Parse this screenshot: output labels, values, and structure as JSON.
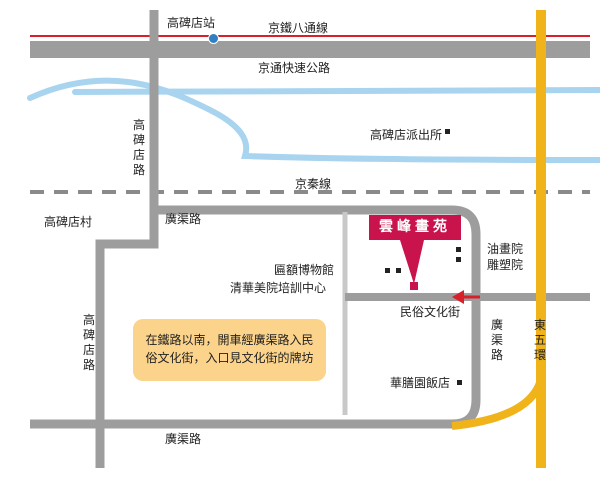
{
  "labels": {
    "rail_line": "京鐵八通線",
    "station": "高碑店站",
    "expressway": "京通快速公路",
    "police_station": "高碑店派出所",
    "qinxian": "京秦線",
    "village": "高碑店村",
    "guangqu_top": "廣渠路",
    "guangqu_bottom": "廣渠路",
    "gaobeidian_road_top": "高碑店路",
    "gaobeidian_road_left": "高碑店路",
    "guangqu_right": "廣渠路",
    "east_fifth_ring": "東五環",
    "minsu_street": "民俗文化街",
    "plaque_museum": "匾額博物館",
    "qinghua_center": "清華美院培訓中心",
    "oil_painting": "油畫院",
    "sculpture": "雕塑院",
    "huashan_restaurant": "華膳園飯店"
  },
  "destination": {
    "name": "雲峰畫苑",
    "color": "#c8134c"
  },
  "note": "在鐵路以南，開車經廣渠路入民俗文化街，入口見文化街的牌坊",
  "colors": {
    "road": "#9d9d9d",
    "river": "#a9d4ef",
    "ring_road": "#f0b31a",
    "rail_red": "#d8202a",
    "arrow": "#d8202a",
    "note_bg": "#fbd38b"
  },
  "icons": {
    "station": "metro-station-icon",
    "arrow": "direction-arrow-icon"
  }
}
